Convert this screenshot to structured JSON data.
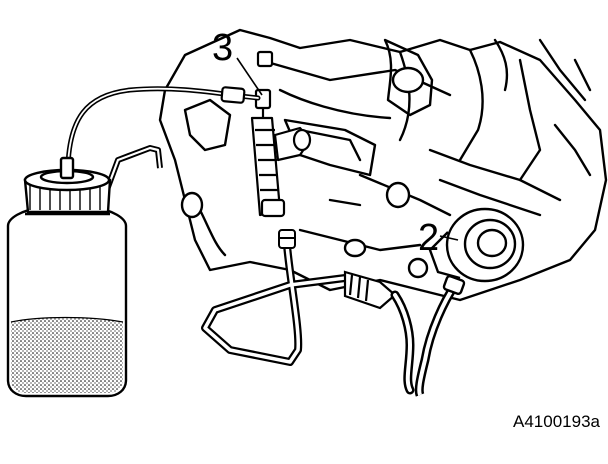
{
  "figure": {
    "callouts": {
      "c3": "3",
      "c2": "2"
    },
    "reference_code": "A4100193a",
    "parts": {
      "bottle": "bleeder-bottle",
      "hose": "bleeder-hose",
      "nipple": "bleed-nipple",
      "cylinder": "slave-cylinder",
      "pipe": "hydraulic-pipe"
    }
  }
}
